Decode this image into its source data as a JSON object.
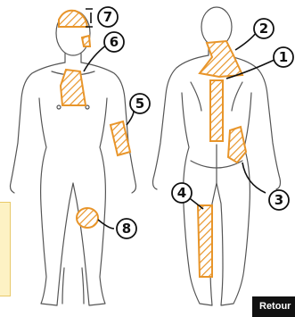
{
  "diagram": {
    "colors": {
      "hatch": "#e8952a",
      "line": "#555555",
      "callout": "#111111"
    },
    "callouts": [
      {
        "label": "1"
      },
      {
        "label": "2"
      },
      {
        "label": "3"
      },
      {
        "label": "4"
      },
      {
        "label": "5"
      },
      {
        "label": "6"
      },
      {
        "label": "7"
      },
      {
        "label": "8"
      }
    ]
  },
  "back_button": {
    "label": "Retour"
  },
  "sidebar_note": {
    "color": "#fdf2c4"
  }
}
